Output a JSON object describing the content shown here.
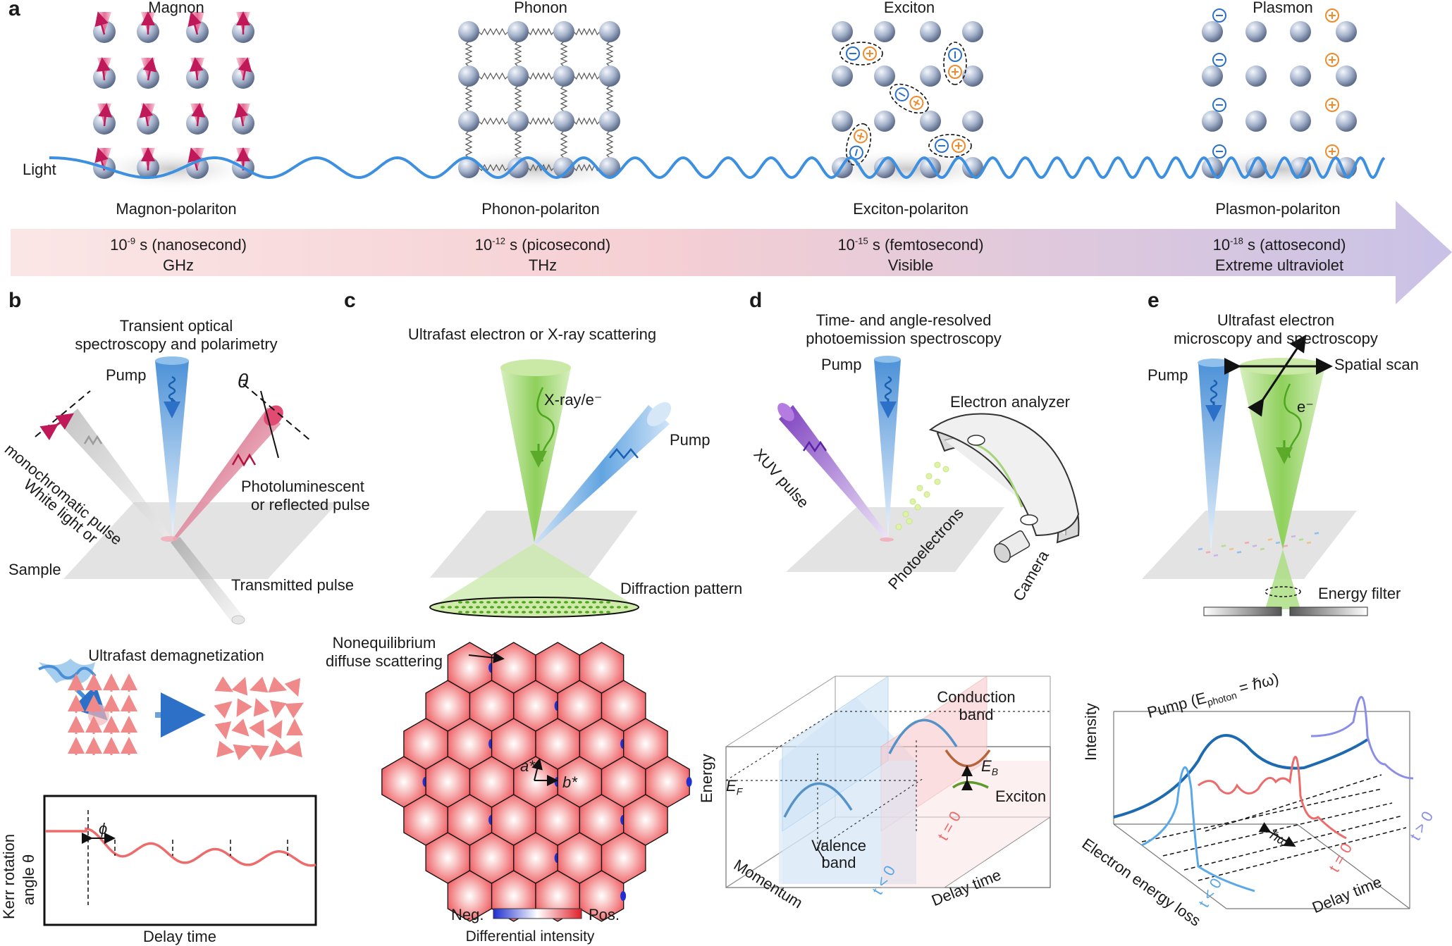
{
  "panel_letters": [
    "a",
    "b",
    "c",
    "d",
    "e"
  ],
  "panel_a": {
    "quasiparticles": [
      "Magnon",
      "Phonon",
      "Exciton",
      "Plasmon"
    ],
    "light_label": "Light",
    "polaritons": [
      "Magnon-polariton",
      "Phonon-polariton",
      "Exciton-polariton",
      "Plasmon-polariton"
    ],
    "timescales": [
      {
        "base": "10",
        "exp": "-9",
        "rest": " s (nanosecond)",
        "band": "GHz"
      },
      {
        "base": "10",
        "exp": "-12",
        "rest": " s (picosecond)",
        "band": "THz"
      },
      {
        "base": "10",
        "exp": "-15",
        "rest": " s (femtosecond)",
        "band": "Visible"
      },
      {
        "base": "10",
        "exp": "-18",
        "rest": " s (attosecond)",
        "band": "Extreme ultraviolet"
      }
    ],
    "colors": {
      "light_wave": "#3d8fe0",
      "arrow_start": "#fbe6e6",
      "arrow_end": "#c9c2e6"
    }
  },
  "panel_b": {
    "title_1": "Transient optical",
    "title_2": "spectroscopy and polarimetry",
    "pump": "Pump",
    "theta": "θ",
    "probe_1": "White light or",
    "probe_2": "monochromatic pulse",
    "pl_1": "Photoluminescent",
    "pl_2": "or reflected pulse",
    "sample": "Sample",
    "transmitted": "Transmitted pulse",
    "demag_title": "Ultrafast demagnetization",
    "kerr_1": "Kerr rotation",
    "kerr_2": "angle θ",
    "phi": "ϕ",
    "delay": "Delay time"
  },
  "panel_c": {
    "title": "Ultrafast electron or X-ray scattering",
    "xray": "X-ray/e⁻",
    "pump": "Pump",
    "diffraction": "Diffraction pattern",
    "nonequil_1": "Nonequilibrium",
    "nonequil_2": "diffuse scattering",
    "a_star": "a*",
    "b_star": "b*",
    "neg": "Neg.",
    "pos": "Pos.",
    "diff_intensity": "Differential intensity"
  },
  "panel_d": {
    "title_1": "Time- and angle-resolved",
    "title_2": "photoemission spectroscopy",
    "pump": "Pump",
    "analyzer": "Electron analyzer",
    "xuv": "XUV pulse",
    "photoelectrons": "Photoelectrons",
    "camera": "Camera",
    "energy": "Energy",
    "ef": "E",
    "ef_sub": "F",
    "conduction_1": "Conduction",
    "conduction_2": "band",
    "eb": "E",
    "eb_sub": "B",
    "exciton": "Exciton",
    "valence_1": "Valence",
    "valence_2": "band",
    "momentum": "Momentum",
    "t_neg": "t < 0",
    "t_zero": "t = 0",
    "delay": "Delay time"
  },
  "panel_e": {
    "title_1": "Ultrafast electron",
    "title_2": "microscopy and spectroscopy",
    "pump": "Pump",
    "spatial": "Spatial scan",
    "e_minus": "e⁻",
    "energy_filter": "Energy filter",
    "intensity": "Intensity",
    "pump_photon": "Pump (E",
    "photon_sub": "photon",
    "pump_photon_end": " = ℏω)",
    "hw": "ℏω",
    "eel": "Electron energy loss",
    "t_neg": "t < 0",
    "t_zero": "t = 0",
    "t_pos": "t > 0",
    "delay": "Delay time"
  }
}
